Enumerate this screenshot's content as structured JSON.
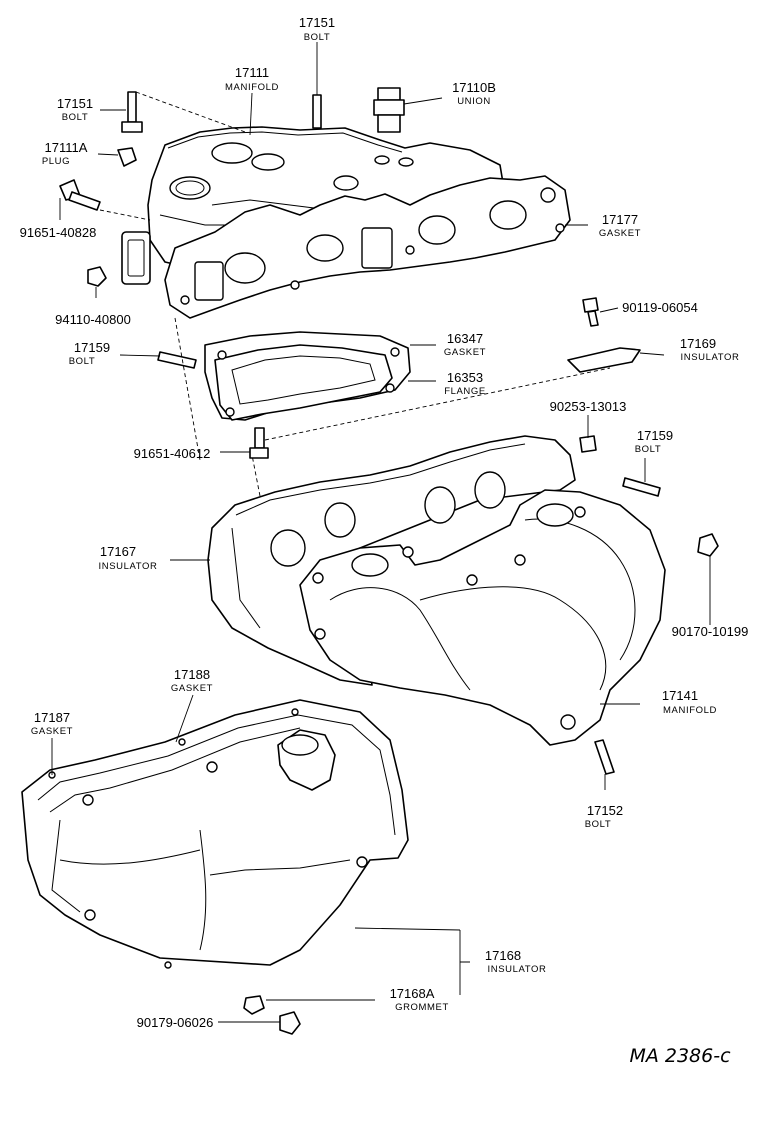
{
  "labels": [
    {
      "num": "17151",
      "name": "BOLT"
    },
    {
      "num": "17111",
      "name": "MANIFOLD"
    },
    {
      "num": "17110B",
      "name": "UNION"
    },
    {
      "num": "17151",
      "name": "BOLT"
    },
    {
      "num": "17111A",
      "name": "PLUG"
    },
    {
      "num": "91651-40828",
      "name": ""
    },
    {
      "num": "17177",
      "name": "GASKET"
    },
    {
      "num": "94110-40800",
      "name": ""
    },
    {
      "num": "90119-06054",
      "name": ""
    },
    {
      "num": "17159",
      "name": "BOLT"
    },
    {
      "num": "16347",
      "name": "GASKET"
    },
    {
      "num": "17169",
      "name": "INSULATOR"
    },
    {
      "num": "16353",
      "name": "FLANGE"
    },
    {
      "num": "90253-13013",
      "name": ""
    },
    {
      "num": "17159",
      "name": "BOLT"
    },
    {
      "num": "91651-40612",
      "name": ""
    },
    {
      "num": "17167",
      "name": "INSULATOR"
    },
    {
      "num": "90170-10199",
      "name": ""
    },
    {
      "num": "17188",
      "name": "GASKET"
    },
    {
      "num": "17141",
      "name": "MANIFOLD"
    },
    {
      "num": "17187",
      "name": "GASKET"
    },
    {
      "num": "17152",
      "name": "BOLT"
    },
    {
      "num": "17168",
      "name": "INSULATOR"
    },
    {
      "num": "17168A",
      "name": "GROMMET"
    },
    {
      "num": "90179-06026",
      "name": ""
    }
  ],
  "reference": "MA 2386-c"
}
